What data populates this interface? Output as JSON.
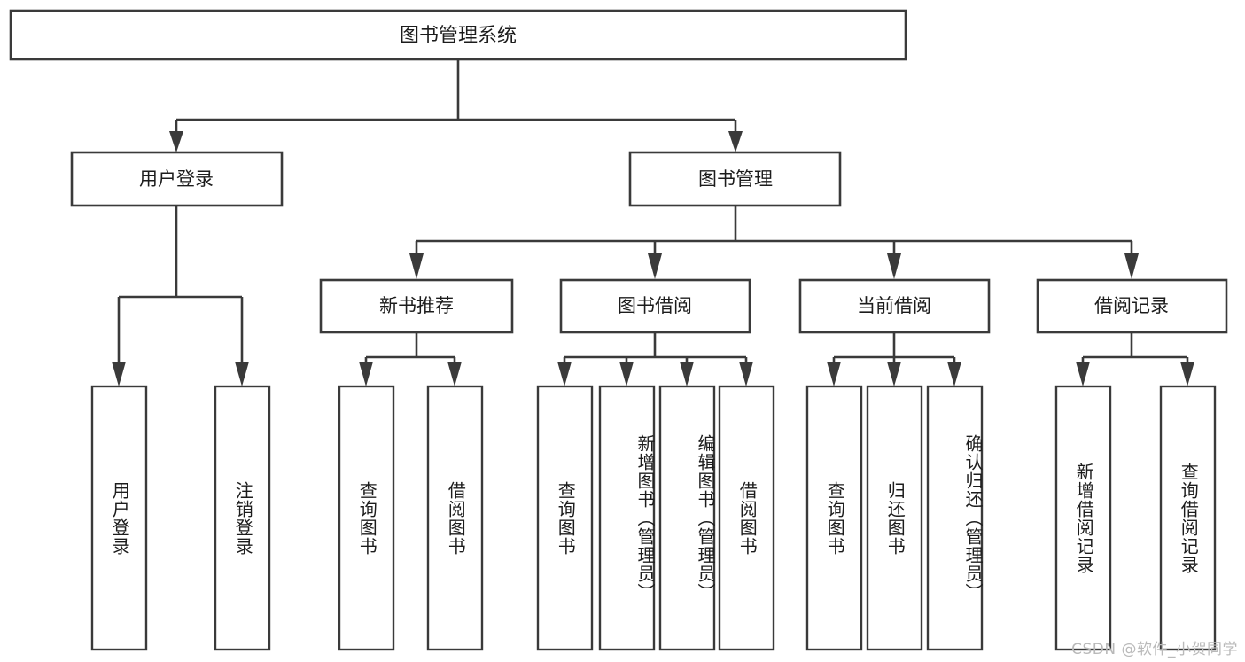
{
  "diagram": {
    "title": "图书管理系统",
    "type": "tree-hierarchy-chart",
    "watermark": "CSDN @软件_小贺同学",
    "colors": {
      "background": "#ffffff",
      "stroke": "#3a3a3a",
      "text": "#1c1c1c",
      "watermark": "#b9b9b9"
    },
    "root": {
      "label": "图书管理系统"
    },
    "level2": [
      {
        "label": "用户登录"
      },
      {
        "label": "图书管理"
      }
    ],
    "level3": [
      {
        "label": "新书推荐"
      },
      {
        "label": "图书借阅"
      },
      {
        "label": "当前借阅"
      },
      {
        "label": "借阅记录"
      }
    ],
    "leaves": {
      "user_login": [
        {
          "label": "用户登录"
        },
        {
          "label": "注销登录"
        }
      ],
      "new_book_recommend": [
        {
          "label": "查询图书"
        },
        {
          "label": "借阅图书"
        }
      ],
      "book_borrow": [
        {
          "label": "查询图书"
        },
        {
          "label": "新增图书（管理员）"
        },
        {
          "label": "编辑图书（管理员）"
        },
        {
          "label": "借阅图书"
        }
      ],
      "current_borrow": [
        {
          "label": "查询图书"
        },
        {
          "label": "归还图书"
        },
        {
          "label": "确认归还（管理员）"
        }
      ],
      "borrow_record": [
        {
          "label": "新增借阅记录"
        },
        {
          "label": "查询借阅记录"
        }
      ]
    }
  }
}
